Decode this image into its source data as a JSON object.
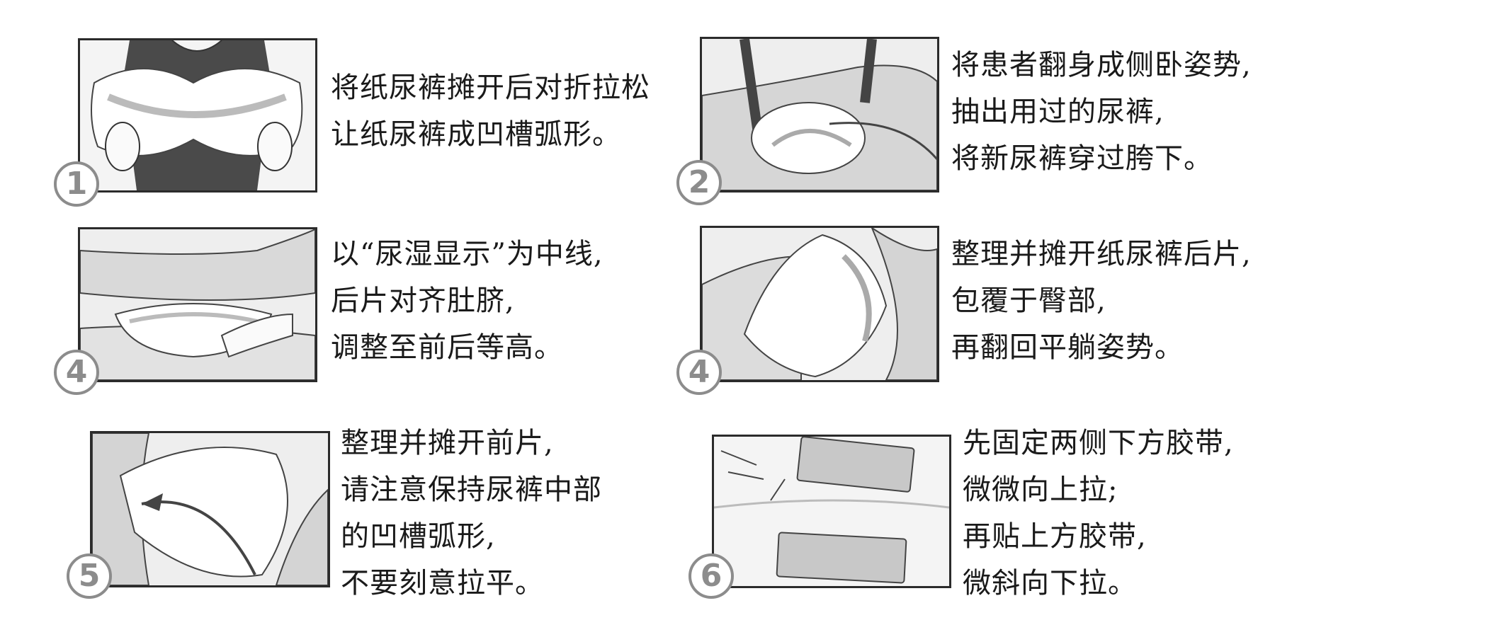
{
  "steps": [
    {
      "id": "step-1",
      "number": "1",
      "illustration": "unfold-diaper-illustration",
      "lines": [
        "将纸尿裤摊开后对折拉松",
        "让纸尿裤成凹槽弧形。"
      ]
    },
    {
      "id": "step-2",
      "number": "2",
      "illustration": "turn-patient-illustration",
      "lines": [
        "将患者翻身成侧卧姿势,",
        "抽出用过的尿裤,",
        "将新尿裤穿过胯下。"
      ]
    },
    {
      "id": "step-3",
      "number": "4",
      "illustration": "align-centerline-illustration",
      "lines": [
        "以“尿湿显示”为中线,",
        "后片对齐肚脐,",
        "调整至前后等高。"
      ]
    },
    {
      "id": "step-4",
      "number": "4",
      "illustration": "wrap-back-illustration",
      "lines": [
        "整理并摊开纸尿裤后片,",
        "包覆于臀部,",
        "再翻回平躺姿势。"
      ]
    },
    {
      "id": "step-5",
      "number": "5",
      "illustration": "spread-front-illustration",
      "lines": [
        "整理并摊开前片,",
        "请注意保持尿裤中部",
        "的凹槽弧形,",
        "不要刻意拉平。"
      ]
    },
    {
      "id": "step-6",
      "number": "6",
      "illustration": "fasten-tapes-illustration",
      "lines": [
        "先固定两侧下方胶带,",
        "微微向上拉;",
        "再贴上方胶带,",
        "微斜向下拉。"
      ]
    }
  ]
}
